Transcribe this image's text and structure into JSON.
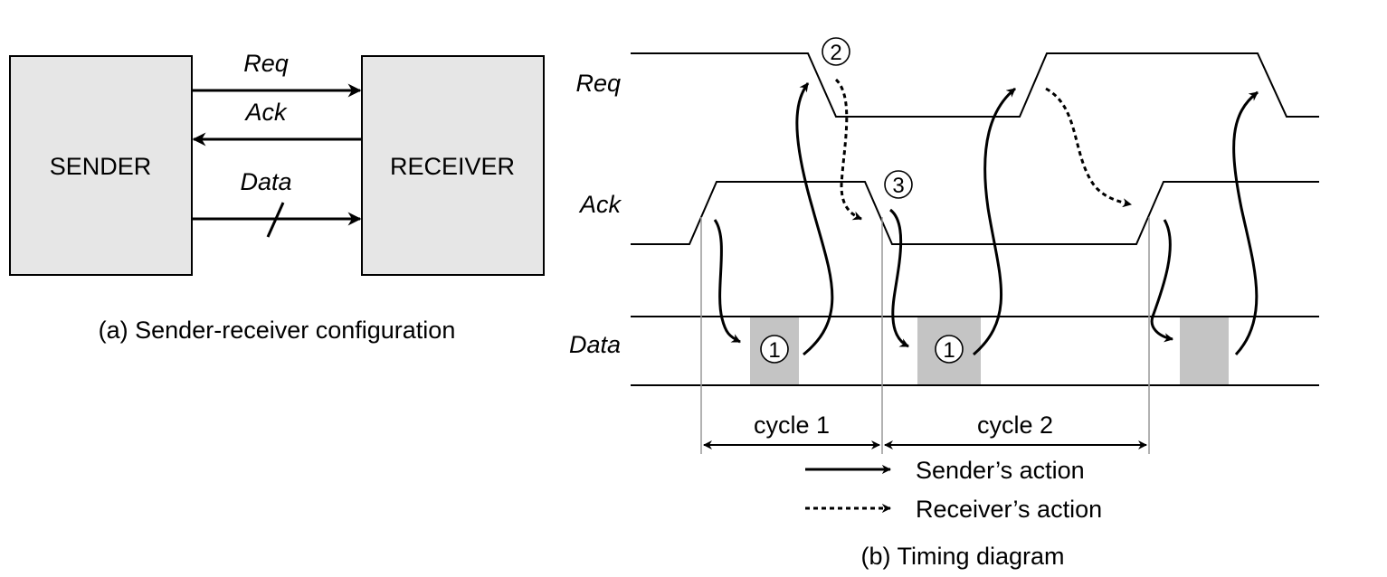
{
  "config": {
    "sender_label": "SENDER",
    "receiver_label": "RECEIVER",
    "signals": {
      "req": "Req",
      "ack": "Ack",
      "data": "Data"
    },
    "caption": "(a) Sender-receiver configuration"
  },
  "timing": {
    "signals": {
      "req": "Req",
      "ack": "Ack",
      "data": "Data"
    },
    "step_markers": {
      "one": "1",
      "two": "2",
      "three": "3"
    },
    "cycles": [
      "cycle 1",
      "cycle 2"
    ],
    "legend": {
      "sender": "Sender’s action",
      "receiver": "Receiver’s action"
    },
    "caption": "(b) Timing diagram"
  }
}
